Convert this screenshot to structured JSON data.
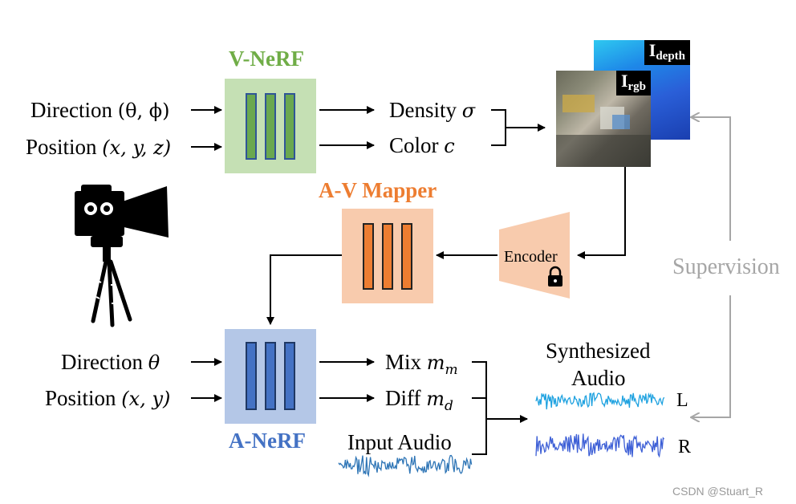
{
  "v_nerf": {
    "title": "V-NeRF",
    "direction_label": "Direction",
    "direction_math": "(θ, ϕ)",
    "position_label": "Position",
    "position_math": "(x, y, z)",
    "density_label": "Density",
    "density_sym": "σ",
    "color_label": "Color",
    "color_sym": "c"
  },
  "images": {
    "depth_label": "I",
    "depth_sub": "depth",
    "rgb_label": "I",
    "rgb_sub": "rgb"
  },
  "av_mapper": {
    "title": "A-V Mapper"
  },
  "encoder": {
    "label": "Encoder"
  },
  "supervision": {
    "label": "Supervision"
  },
  "a_nerf": {
    "title": "A-NeRF",
    "direction_label": "Direction",
    "direction_sym": "θ",
    "position_label": "Position",
    "position_math": "(x, y)",
    "mix_label": "Mix",
    "mix_sym": "m",
    "mix_sub": "m",
    "diff_label": "Diff",
    "diff_sym": "m",
    "diff_sub": "d"
  },
  "audio": {
    "input_label": "Input Audio",
    "synth_line1": "Synthesized",
    "synth_line2": "Audio",
    "left": "L",
    "right": "R"
  },
  "watermark": "CSDN @Stuart_R",
  "colors": {
    "v_nerf_title": "#70ad47",
    "v_nerf_box": "#c5e0b4",
    "v_nerf_bar_fill": "#6aa84f",
    "v_nerf_bar_border": "#2f5597",
    "av_title": "#ed7d31",
    "av_box": "#f8cbad",
    "av_bar_fill": "#ed7d31",
    "av_bar_border": "#222222",
    "a_nerf_title": "#4472c4",
    "a_nerf_box": "#b4c7e7",
    "a_nerf_bar_fill": "#4472c4",
    "a_nerf_bar_border": "#1f3864",
    "supervision": "#a6a6a6",
    "wave_input": "#2e75b6",
    "wave_left": "#1fa2e0",
    "wave_right": "#3d5fd6"
  }
}
